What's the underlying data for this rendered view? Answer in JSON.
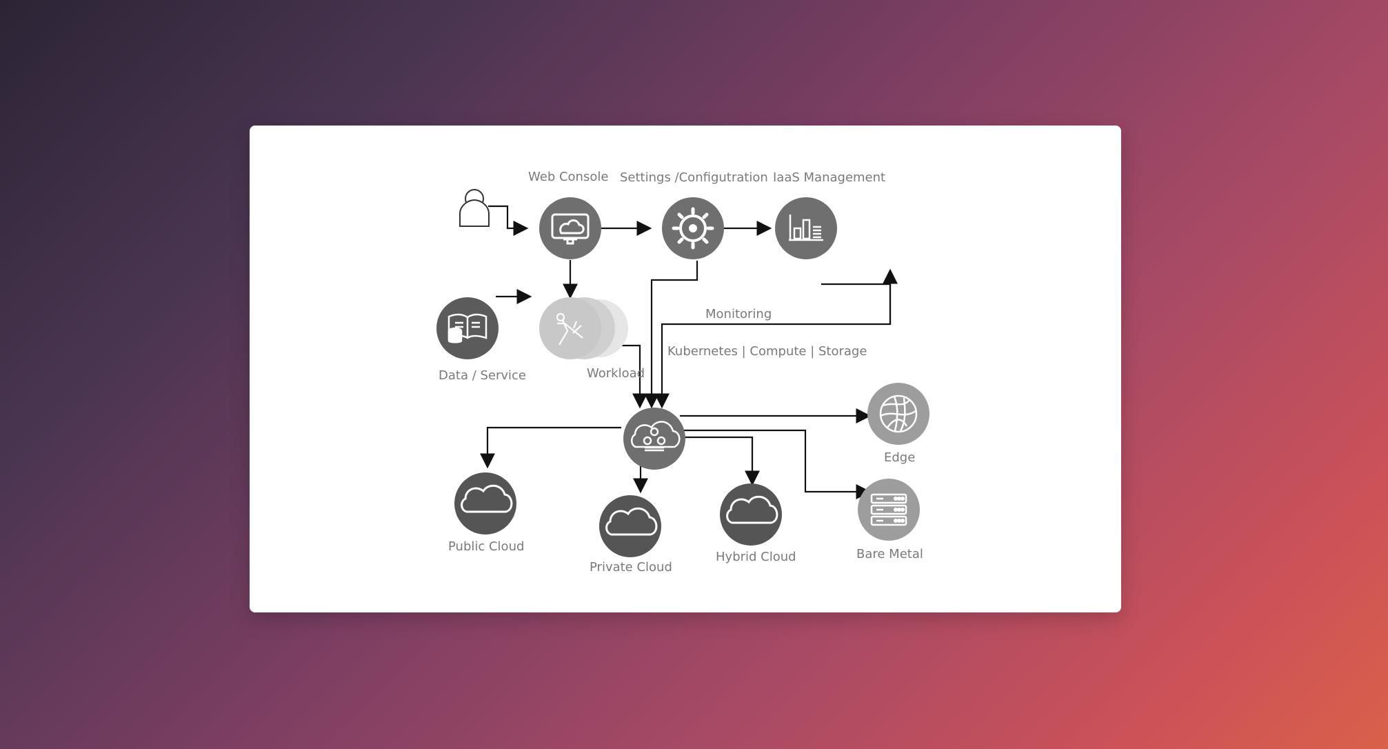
{
  "diagram": {
    "labels": {
      "web_console": "Web Console",
      "settings": "Settings /Configutration",
      "iaas": "IaaS Management",
      "monitoring": "Monitoring",
      "kubernetes": "Kubernetes | Compute | Storage",
      "data_service": "Data / Service",
      "workload": "Workload",
      "edge": "Edge",
      "bare_metal": "Bare Metal",
      "public_cloud": "Public Cloud",
      "private_cloud": "Private Cloud",
      "hybrid_cloud": "Hybrid Cloud"
    },
    "icons": [
      "user-icon",
      "web-console-icon",
      "settings-gear-icon",
      "iaas-chart-icon",
      "data-service-book-icon",
      "workload-compass-icon",
      "central-cloud-node-icon",
      "edge-globe-icon",
      "bare-metal-server-icon",
      "public-cloud-icon",
      "private-cloud-icon",
      "hybrid-cloud-icon"
    ],
    "colors": {
      "dark_node": "#5b5b5b",
      "mid_node": "#6f6f6f",
      "light_node": "#9d9d9d",
      "faded_node": "#d3d3d3",
      "line": "#111111",
      "label": "#7a7a7a"
    }
  }
}
